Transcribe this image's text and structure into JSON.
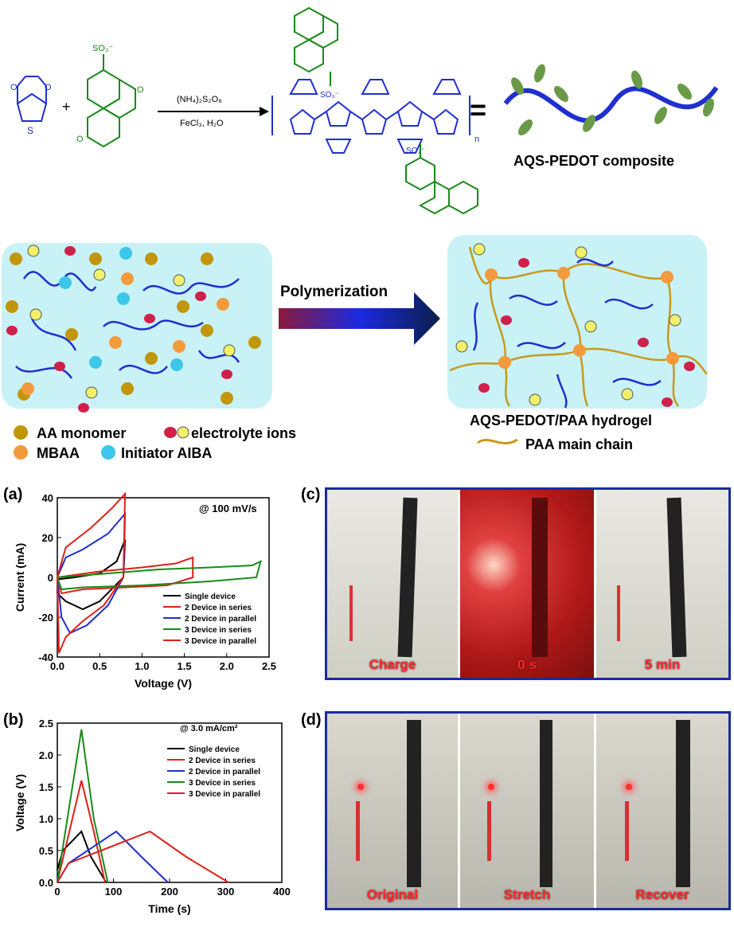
{
  "scheme": {
    "reagent_top": "(NH₄)₂S₂O₈",
    "reagent_bottom": "FeCl₃, H₂O",
    "plus": "+",
    "equals": "=",
    "composite_label": "AQS-PEDOT composite",
    "polymerization_label": "Polymerization",
    "hydrogel_label": "AQS-PEDOT/PAA hydrogel",
    "legend": {
      "aa_monomer": "AA monomer",
      "electrolyte_ions": "electrolyte ions",
      "mbaa": "MBAA",
      "initiator": "Initiator AIBA",
      "paa_chain": "PAA main chain"
    },
    "colors": {
      "pedot": "#1f2fd0",
      "aqs": "#1a8a1a",
      "aa_monomer": "#c2960a",
      "mbaa": "#f39a3c",
      "initiator": "#3cc6ea",
      "ion_red": "#d0204a",
      "ion_yellow": "#f2f06a",
      "paa": "#c79a1c",
      "leaf": "#6a9a48",
      "box_fill": "#c8f2f6"
    }
  },
  "panels": {
    "a": {
      "letter": "(a)",
      "note": "@ 100 mV/s"
    },
    "b": {
      "letter": "(b)",
      "note": "@ 3.0 mA/cm²"
    },
    "c": {
      "letter": "(c)",
      "captions": [
        "Charge",
        "0 s",
        "5 min"
      ]
    },
    "d": {
      "letter": "(d)",
      "captions": [
        "Original",
        "Stretch",
        "Recover"
      ]
    }
  },
  "chart_data": [
    {
      "type": "line",
      "id": "a",
      "xlabel": "Voltage (V)",
      "ylabel": "Current (mA)",
      "xlim": [
        0,
        2.5
      ],
      "ylim": [
        -40,
        40
      ],
      "xticks": [
        "0.0",
        "0.5",
        "1.0",
        "1.5",
        "2.0",
        "2.5"
      ],
      "yticks": [
        "-40",
        "-20",
        "0",
        "20",
        "40"
      ],
      "legend_position": "bottom-right",
      "series": [
        {
          "name": "Single device",
          "color": "#000000",
          "x": [
            0.0,
            0.2,
            0.5,
            0.7,
            0.8,
            0.78,
            0.5,
            0.3,
            0.1,
            0.0,
            0.0
          ],
          "y": [
            -1,
            0,
            2,
            8,
            19,
            0,
            -12,
            -16,
            -12,
            -8,
            -1
          ]
        },
        {
          "name": "2 Device in series",
          "color": "#e0201a",
          "x": [
            0.0,
            0.5,
            1.0,
            1.4,
            1.6,
            1.6,
            1.3,
            0.8,
            0.3,
            0.05,
            0.0
          ],
          "y": [
            0,
            3,
            5,
            7,
            10,
            0,
            -4,
            -5,
            -6,
            -8,
            0
          ]
        },
        {
          "name": "2 Device in parallel",
          "color": "#1f2fd0",
          "x": [
            0.0,
            0.1,
            0.3,
            0.6,
            0.8,
            0.78,
            0.6,
            0.35,
            0.15,
            0.05,
            0.0
          ],
          "y": [
            0,
            10,
            14,
            22,
            32,
            0,
            -14,
            -24,
            -28,
            -20,
            0
          ]
        },
        {
          "name": "3 Device in series",
          "color": "#1a8a1a",
          "x": [
            0.0,
            0.6,
            1.2,
            1.8,
            2.3,
            2.4,
            2.35,
            1.8,
            1.0,
            0.3,
            0.05,
            0.0
          ],
          "y": [
            0,
            2,
            4,
            5,
            6,
            8,
            0,
            -2,
            -4,
            -5,
            -6,
            0
          ]
        },
        {
          "name": "3 Device in parallel",
          "color": "#e0201a",
          "x": [
            0.0,
            0.1,
            0.4,
            0.65,
            0.8,
            0.78,
            0.55,
            0.3,
            0.1,
            0.02,
            0.0
          ],
          "y": [
            0,
            15,
            25,
            35,
            42,
            0,
            -14,
            -22,
            -30,
            -38,
            0
          ]
        }
      ]
    },
    {
      "type": "line",
      "id": "b",
      "xlabel": "Time (s)",
      "ylabel": "Voltage (V)",
      "xlim": [
        0,
        400
      ],
      "ylim": [
        0,
        2.5
      ],
      "xticks": [
        "0",
        "100",
        "200",
        "300",
        "400"
      ],
      "yticks": [
        "0.0",
        "0.5",
        "1.0",
        "1.5",
        "2.0",
        "2.5"
      ],
      "legend_position": "top-right",
      "series": [
        {
          "name": "Single device",
          "color": "#000000",
          "x": [
            0,
            10,
            43,
            60,
            87
          ],
          "y": [
            0.2,
            0.5,
            0.8,
            0.4,
            0.0
          ]
        },
        {
          "name": "2 Device in series",
          "color": "#e0201a",
          "x": [
            0,
            43,
            65,
            85
          ],
          "y": [
            0.0,
            1.6,
            0.8,
            0.0
          ]
        },
        {
          "name": "2 Device in parallel",
          "color": "#1f2fd0",
          "x": [
            0,
            20,
            105,
            150,
            197
          ],
          "y": [
            0.0,
            0.3,
            0.8,
            0.4,
            0.0
          ]
        },
        {
          "name": "3 Device in series",
          "color": "#1a8a1a",
          "x": [
            0,
            43,
            65,
            90
          ],
          "y": [
            0.0,
            2.4,
            1.0,
            0.0
          ]
        },
        {
          "name": "3 Device in parallel",
          "color": "#e0201a",
          "x": [
            0,
            20,
            165,
            230,
            305
          ],
          "y": [
            0.0,
            0.3,
            0.8,
            0.4,
            0.0
          ]
        }
      ]
    }
  ]
}
